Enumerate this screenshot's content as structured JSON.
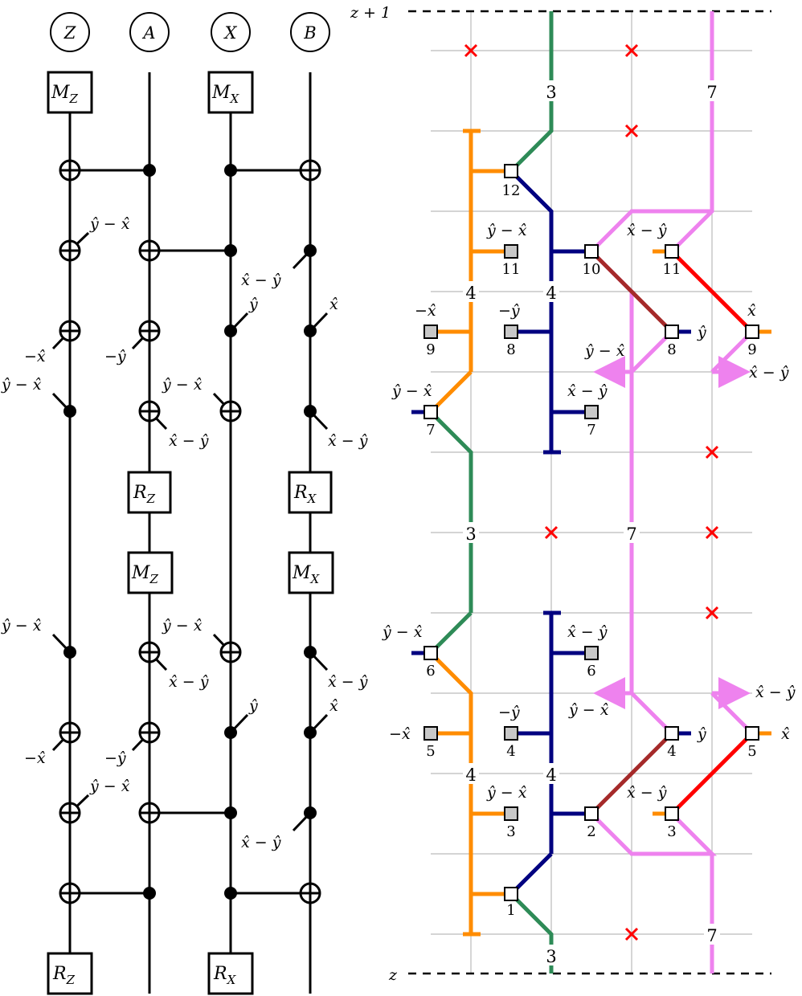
{
  "circuit": {
    "qubits": [
      "Z",
      "A",
      "X",
      "B"
    ],
    "gates": {
      "mz_top_z": "M",
      "mz_top_z_sub": "Z",
      "mx_top_x": "M",
      "mx_top_x_sub": "X",
      "rz_mid_a": "R",
      "rz_mid_a_sub": "Z",
      "rx_mid_b": "R",
      "rx_mid_b_sub": "X",
      "mz_mid_a": "M",
      "mz_mid_a_sub": "Z",
      "mx_mid_b": "M",
      "mx_mid_b_sub": "X",
      "rz_bot_z": "R",
      "rz_bot_z_sub": "Z",
      "rx_bot_x": "R",
      "rx_bot_x_sub": "X"
    },
    "labels": {
      "y_minus_x": "ŷ − x̂",
      "x_minus_y": "x̂ − ŷ",
      "minus_x": "−x̂",
      "minus_y": "−ŷ",
      "y_hat": "ŷ",
      "x_hat": "x̂"
    }
  },
  "lattice": {
    "top_label": "z + 1",
    "bottom_label": "z",
    "labels": {
      "y_minus_x": "ŷ − x̂",
      "x_minus_y": "x̂ − ŷ",
      "minus_x": "−x̂",
      "minus_y": "−ŷ",
      "y_hat": "ŷ",
      "x_hat": "x̂"
    },
    "numbers": {
      "n1": "1",
      "n2": "2",
      "n3": "3",
      "n4": "4",
      "n5": "5",
      "n6": "6",
      "n7": "7",
      "n8": "8",
      "n9": "9",
      "n10": "10",
      "n11": "11",
      "n12": "12"
    },
    "colors": {
      "green": "#2e8b57",
      "orange": "#ff8c00",
      "navy": "#000080",
      "violet": "#ee82ee",
      "brown": "#a52a2a",
      "red": "#ff0000",
      "grid": "#bbbbbb",
      "gray_square": "#c8c8c8"
    }
  }
}
